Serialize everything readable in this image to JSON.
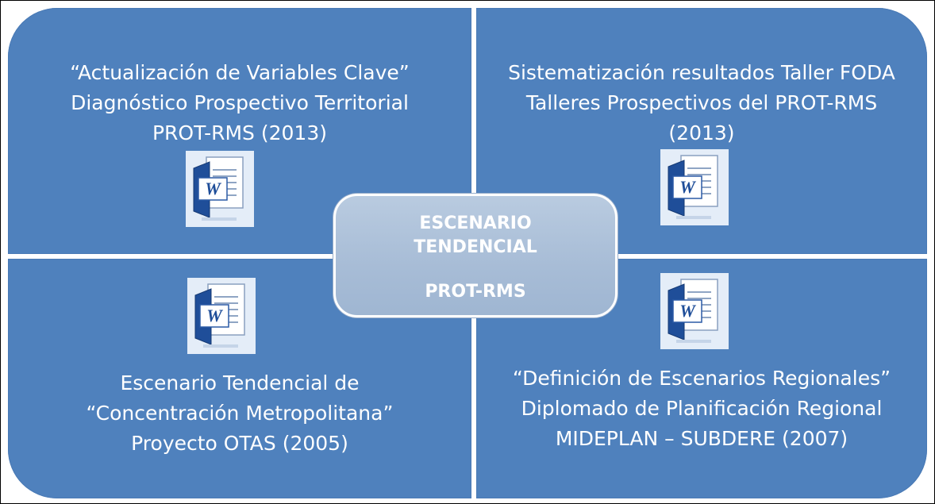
{
  "center": {
    "line1": "ESCENARIO",
    "line2": "TENDENCIAL",
    "line3": "PROT-RMS"
  },
  "quadrants": {
    "top_left": {
      "lines": [
        "“Actualización de Variables Clave”",
        "Diagnóstico Prospectivo Territorial",
        "PROT-RMS (2013)"
      ],
      "icon": "word-document-icon"
    },
    "top_right": {
      "lines": [
        "Sistematización resultados Taller FODA",
        "Talleres Prospectivos del PROT-RMS",
        "(2013)"
      ],
      "icon": "word-document-icon"
    },
    "bottom_left": {
      "lines": [
        "Escenario Tendencial de",
        "“Concentración Metropolitana”",
        "Proyecto OTAS (2005)"
      ],
      "icon": "word-document-icon"
    },
    "bottom_right": {
      "lines": [
        "“Definición de Escenarios Regionales”",
        "Diplomado de Planificación Regional",
        "MIDEPLAN – SUBDERE (2007)"
      ],
      "icon": "word-document-icon"
    }
  },
  "colors": {
    "quadrant_fill": "#4f81bd",
    "center_fill": "#a7bcd6",
    "text": "#ffffff"
  }
}
